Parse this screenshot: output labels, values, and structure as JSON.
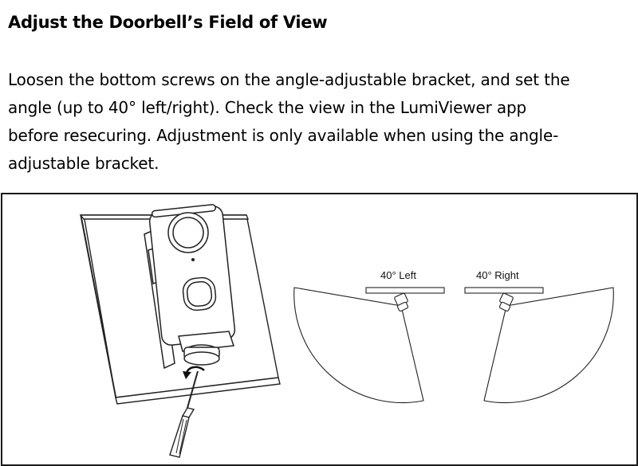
{
  "title": "Adjust the Doorbell’s Field of View",
  "lines": [
    "Loosen the bottom screws on the angle-adjustable bracket, and set the",
    "angle (up to 40° left/right). Check the view in the LumiViewer app",
    "before resecuring. Adjustment is only available when using the angle-",
    "adjustable bracket."
  ],
  "figure": {
    "left_label": "40° Left",
    "right_label": "40° Right",
    "icons": [
      "doorbell-icon",
      "wall-plate-icon",
      "screwdriver-icon",
      "rotate-arrow-icon",
      "camera-swivel-icon"
    ]
  }
}
